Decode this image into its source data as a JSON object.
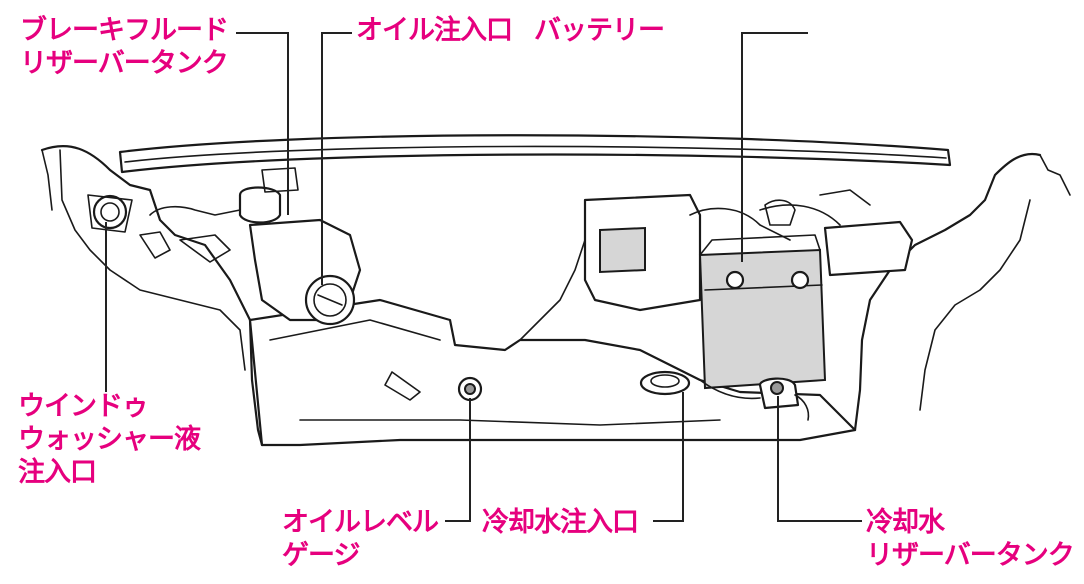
{
  "labels": {
    "brake_fluid": [
      "ブレーキフルード",
      "リザーバータンク"
    ],
    "oil_filler": [
      "オイル注入口"
    ],
    "battery": [
      "バッテリー"
    ],
    "washer": [
      "ウインドゥ",
      "ウォッシャー液",
      "注入口"
    ],
    "oil_level": [
      "オイルレベル",
      "ゲージ"
    ],
    "coolant_filler": [
      "冷却水注入口"
    ],
    "coolant_reservoir": [
      "冷却水",
      "リザーバータンク"
    ]
  },
  "colors": {
    "label": "#e6007e",
    "line": "#222222",
    "battery_fill": "#d6d6d6"
  }
}
